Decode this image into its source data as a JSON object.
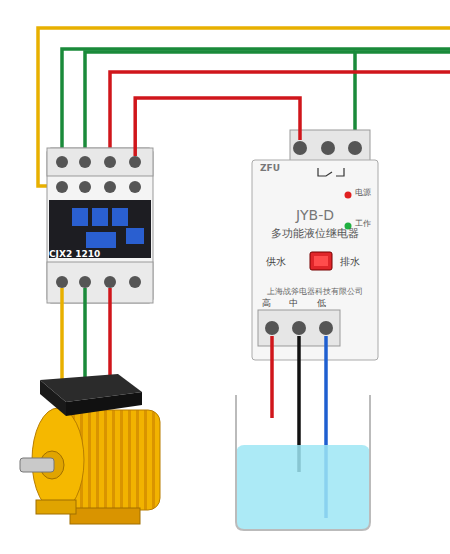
{
  "diagram": {
    "nodes": [
      {
        "text": [
          "CJX2 1210"
        ]
      },
      {
        "text": [
          "ZFU",
          "JYB-D",
          "电源",
          "工作",
          "多功能液位继电器",
          "供水",
          "排水",
          "上海战斧电器科技有限公司",
          "高",
          "中",
          "低"
        ]
      }
    ],
    "edges": [
      {
        "from": 0,
        "to": 1,
        "arrow": "none"
      }
    ]
  }
}
